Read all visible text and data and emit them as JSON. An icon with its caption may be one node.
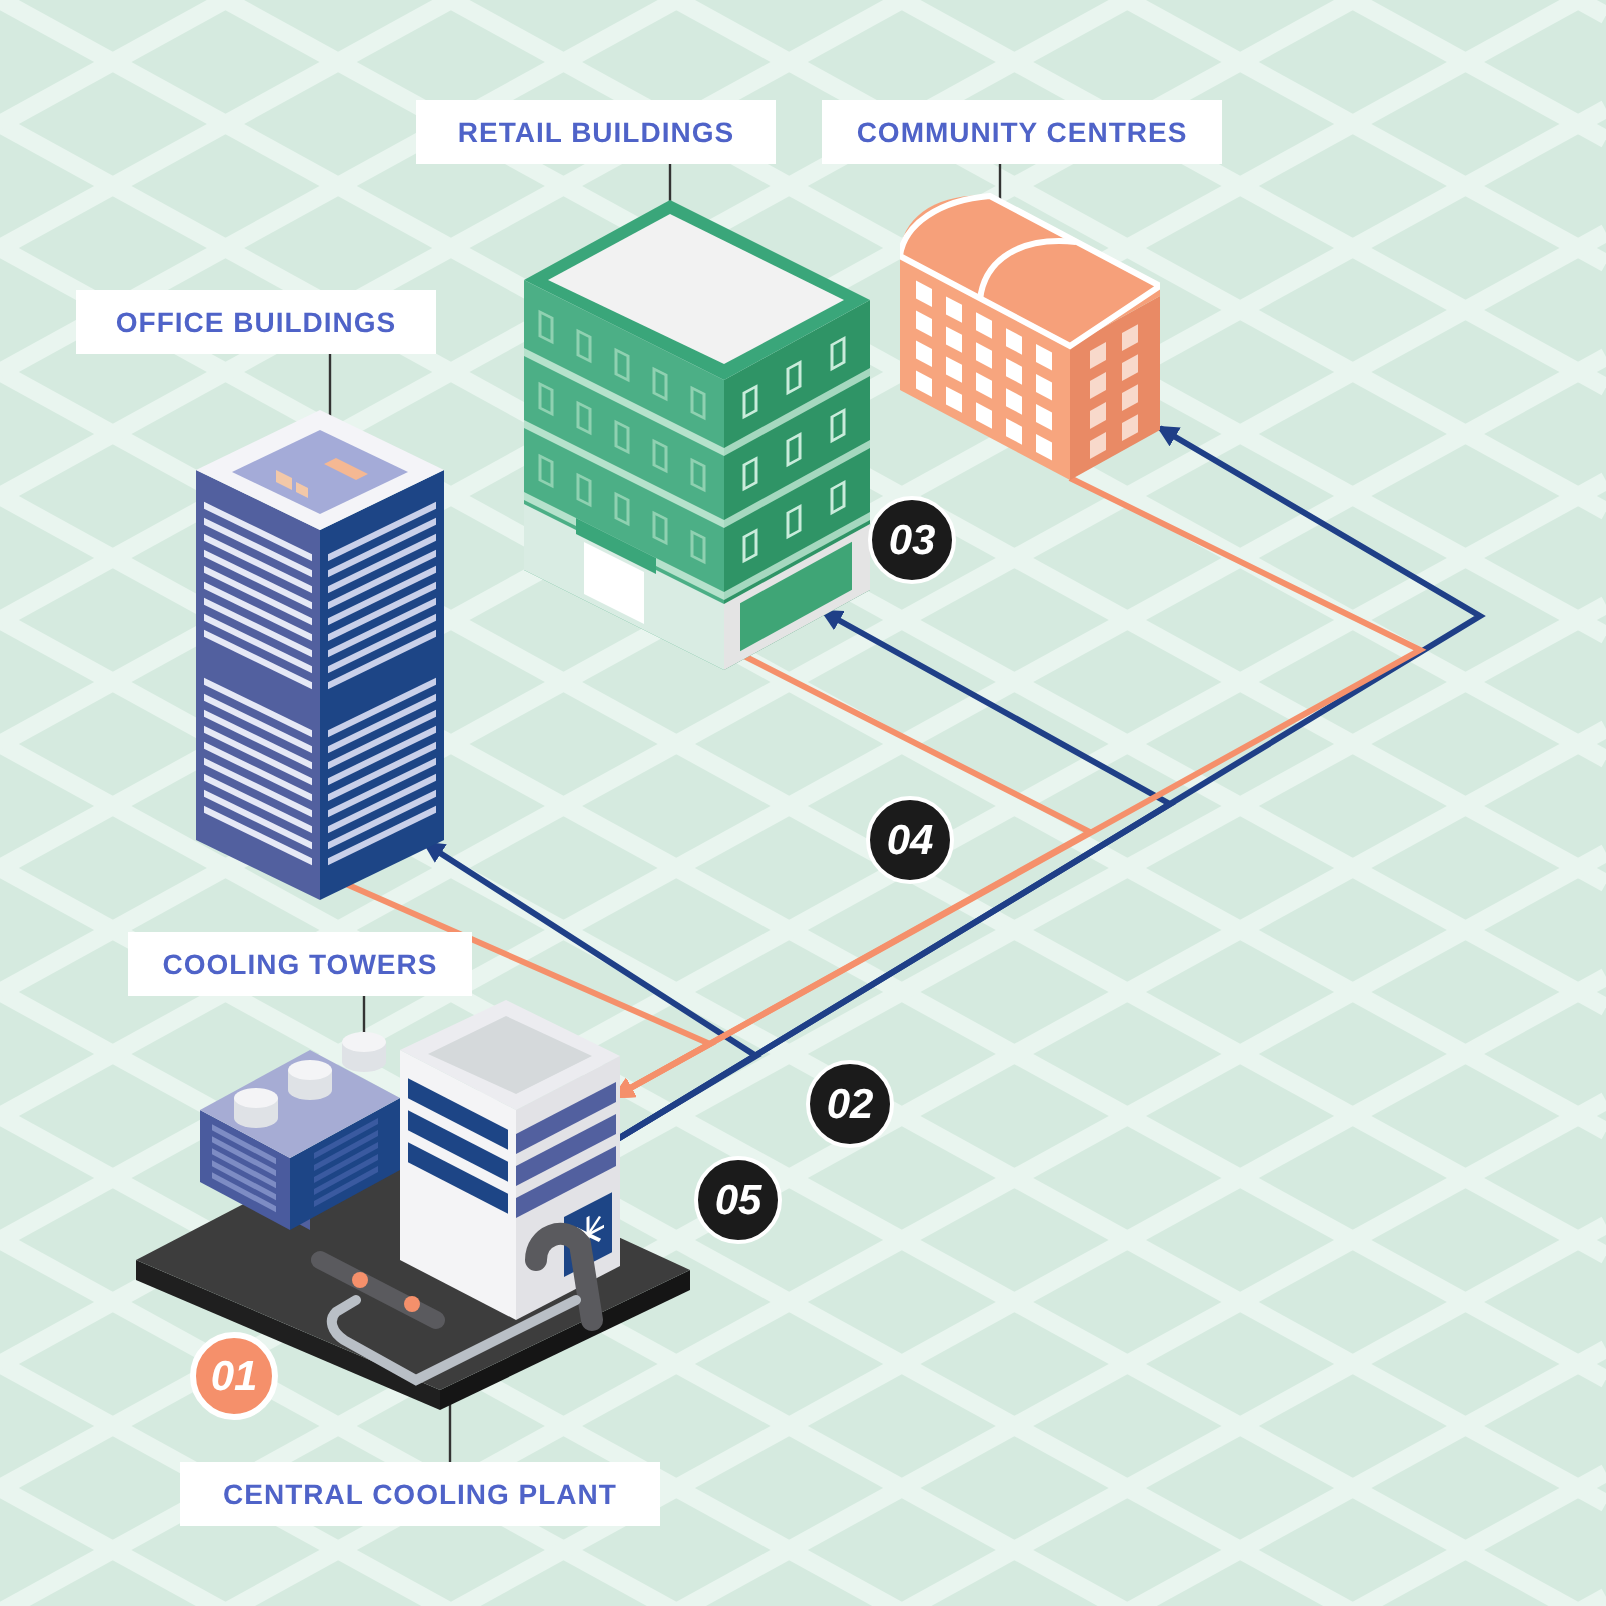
{
  "diagram": {
    "nodes": [
      {
        "text": [
          "RETAIL BUILDINGS"
        ]
      },
      {
        "text": [],
        "shape": "picture"
      },
      {
        "text": [
          "COMMUNITY CENTRES"
        ]
      },
      {
        "text": [],
        "shape": "picture"
      },
      {
        "text": [
          "OFFICE BUILDINGS"
        ]
      },
      {
        "text": [],
        "shape": "picture"
      },
      {
        "text": [
          "03"
        ]
      },
      {
        "text": [
          "04"
        ]
      },
      {
        "text": [
          "COOLING TOWERS"
        ]
      },
      {
        "text": [],
        "shape": "picture"
      },
      {
        "text": [],
        "shape": "picture"
      },
      {
        "text": [
          "02"
        ]
      },
      {
        "text": [
          "05"
        ]
      },
      {
        "text": [
          "01"
        ]
      },
      {
        "text": [
          "CENTRAL COOLING PLANT"
        ]
      }
    ],
    "edges": [
      {
        "from": 0,
        "to": 1,
        "arrow": "none"
      },
      {
        "from": 2,
        "to": 3,
        "arrow": "none"
      },
      {
        "from": 4,
        "to": 5,
        "arrow": "none"
      },
      {
        "from": 8,
        "to": 10,
        "arrow": "none"
      },
      {
        "from": 14,
        "to": 9,
        "arrow": "none"
      },
      {
        "from": 9,
        "to": 3,
        "arrow": "to",
        "color": "#1f3f87"
      },
      {
        "from": 9,
        "to": 1,
        "arrow": "to",
        "color": "#1f3f87"
      },
      {
        "from": 9,
        "to": 5,
        "arrow": "to",
        "color": "#1f3f87"
      },
      {
        "from": 3,
        "to": 9,
        "arrow": "to",
        "color": "#f5906b"
      },
      {
        "from": 1,
        "to": 9,
        "arrow": "to",
        "color": "#f5906b"
      },
      {
        "from": 5,
        "to": 9,
        "arrow": "to",
        "color": "#f5906b"
      }
    ]
  }
}
